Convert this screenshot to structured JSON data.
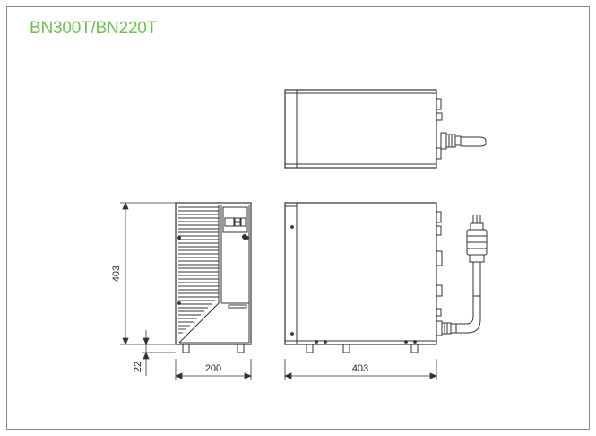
{
  "title": "BN300T/BN220T",
  "title_color": "#6cc24a",
  "dimensions": {
    "height": "403",
    "foot_height": "22",
    "front_width": "200",
    "side_depth": "403"
  },
  "views": [
    "top-view",
    "front-view",
    "side-view"
  ]
}
